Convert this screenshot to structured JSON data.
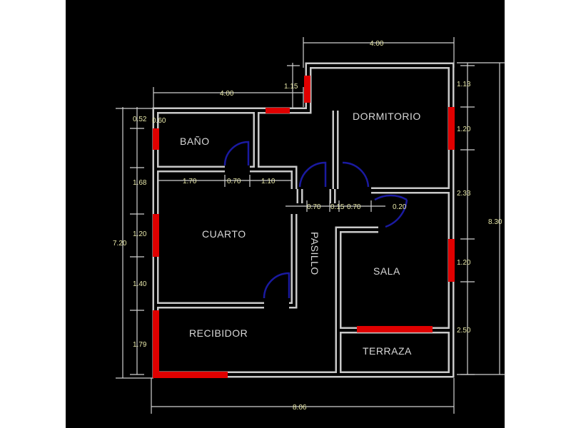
{
  "colors": {
    "wall": "#c8c8c8",
    "window": "#e00000",
    "door": "#1a1aa0",
    "dimension_text": "#e6e6a8",
    "background": "#000000"
  },
  "rooms": {
    "bano": "BAÑO",
    "dormitorio": "DORMITORIO",
    "cuarto": "CUARTO",
    "pasillo": "PASILLO",
    "sala": "SALA",
    "recibidor": "RECIBIDOR",
    "terraza": "TERRAZA"
  },
  "dimensions": {
    "top_dormitorio": "4.00",
    "top_left": "4.00",
    "top_step": "1.15",
    "left_0": "0.52",
    "left_0b": "0.60",
    "left_1": "1.68",
    "left_2": "1.20",
    "left_3": "1.40",
    "left_4": "1.79",
    "left_total": "7.20",
    "right_0": "1.13",
    "right_1": "1.20",
    "right_2": "2.33",
    "right_3": "1.20",
    "right_4": "2.50",
    "right_total": "8.30",
    "int_a": "1.70",
    "int_b": "0.70",
    "int_c": "1.10",
    "int_d": "0.70",
    "int_e": "0.15",
    "int_f": "0.70",
    "int_g": "0.20",
    "bottom_total": "8.06"
  }
}
